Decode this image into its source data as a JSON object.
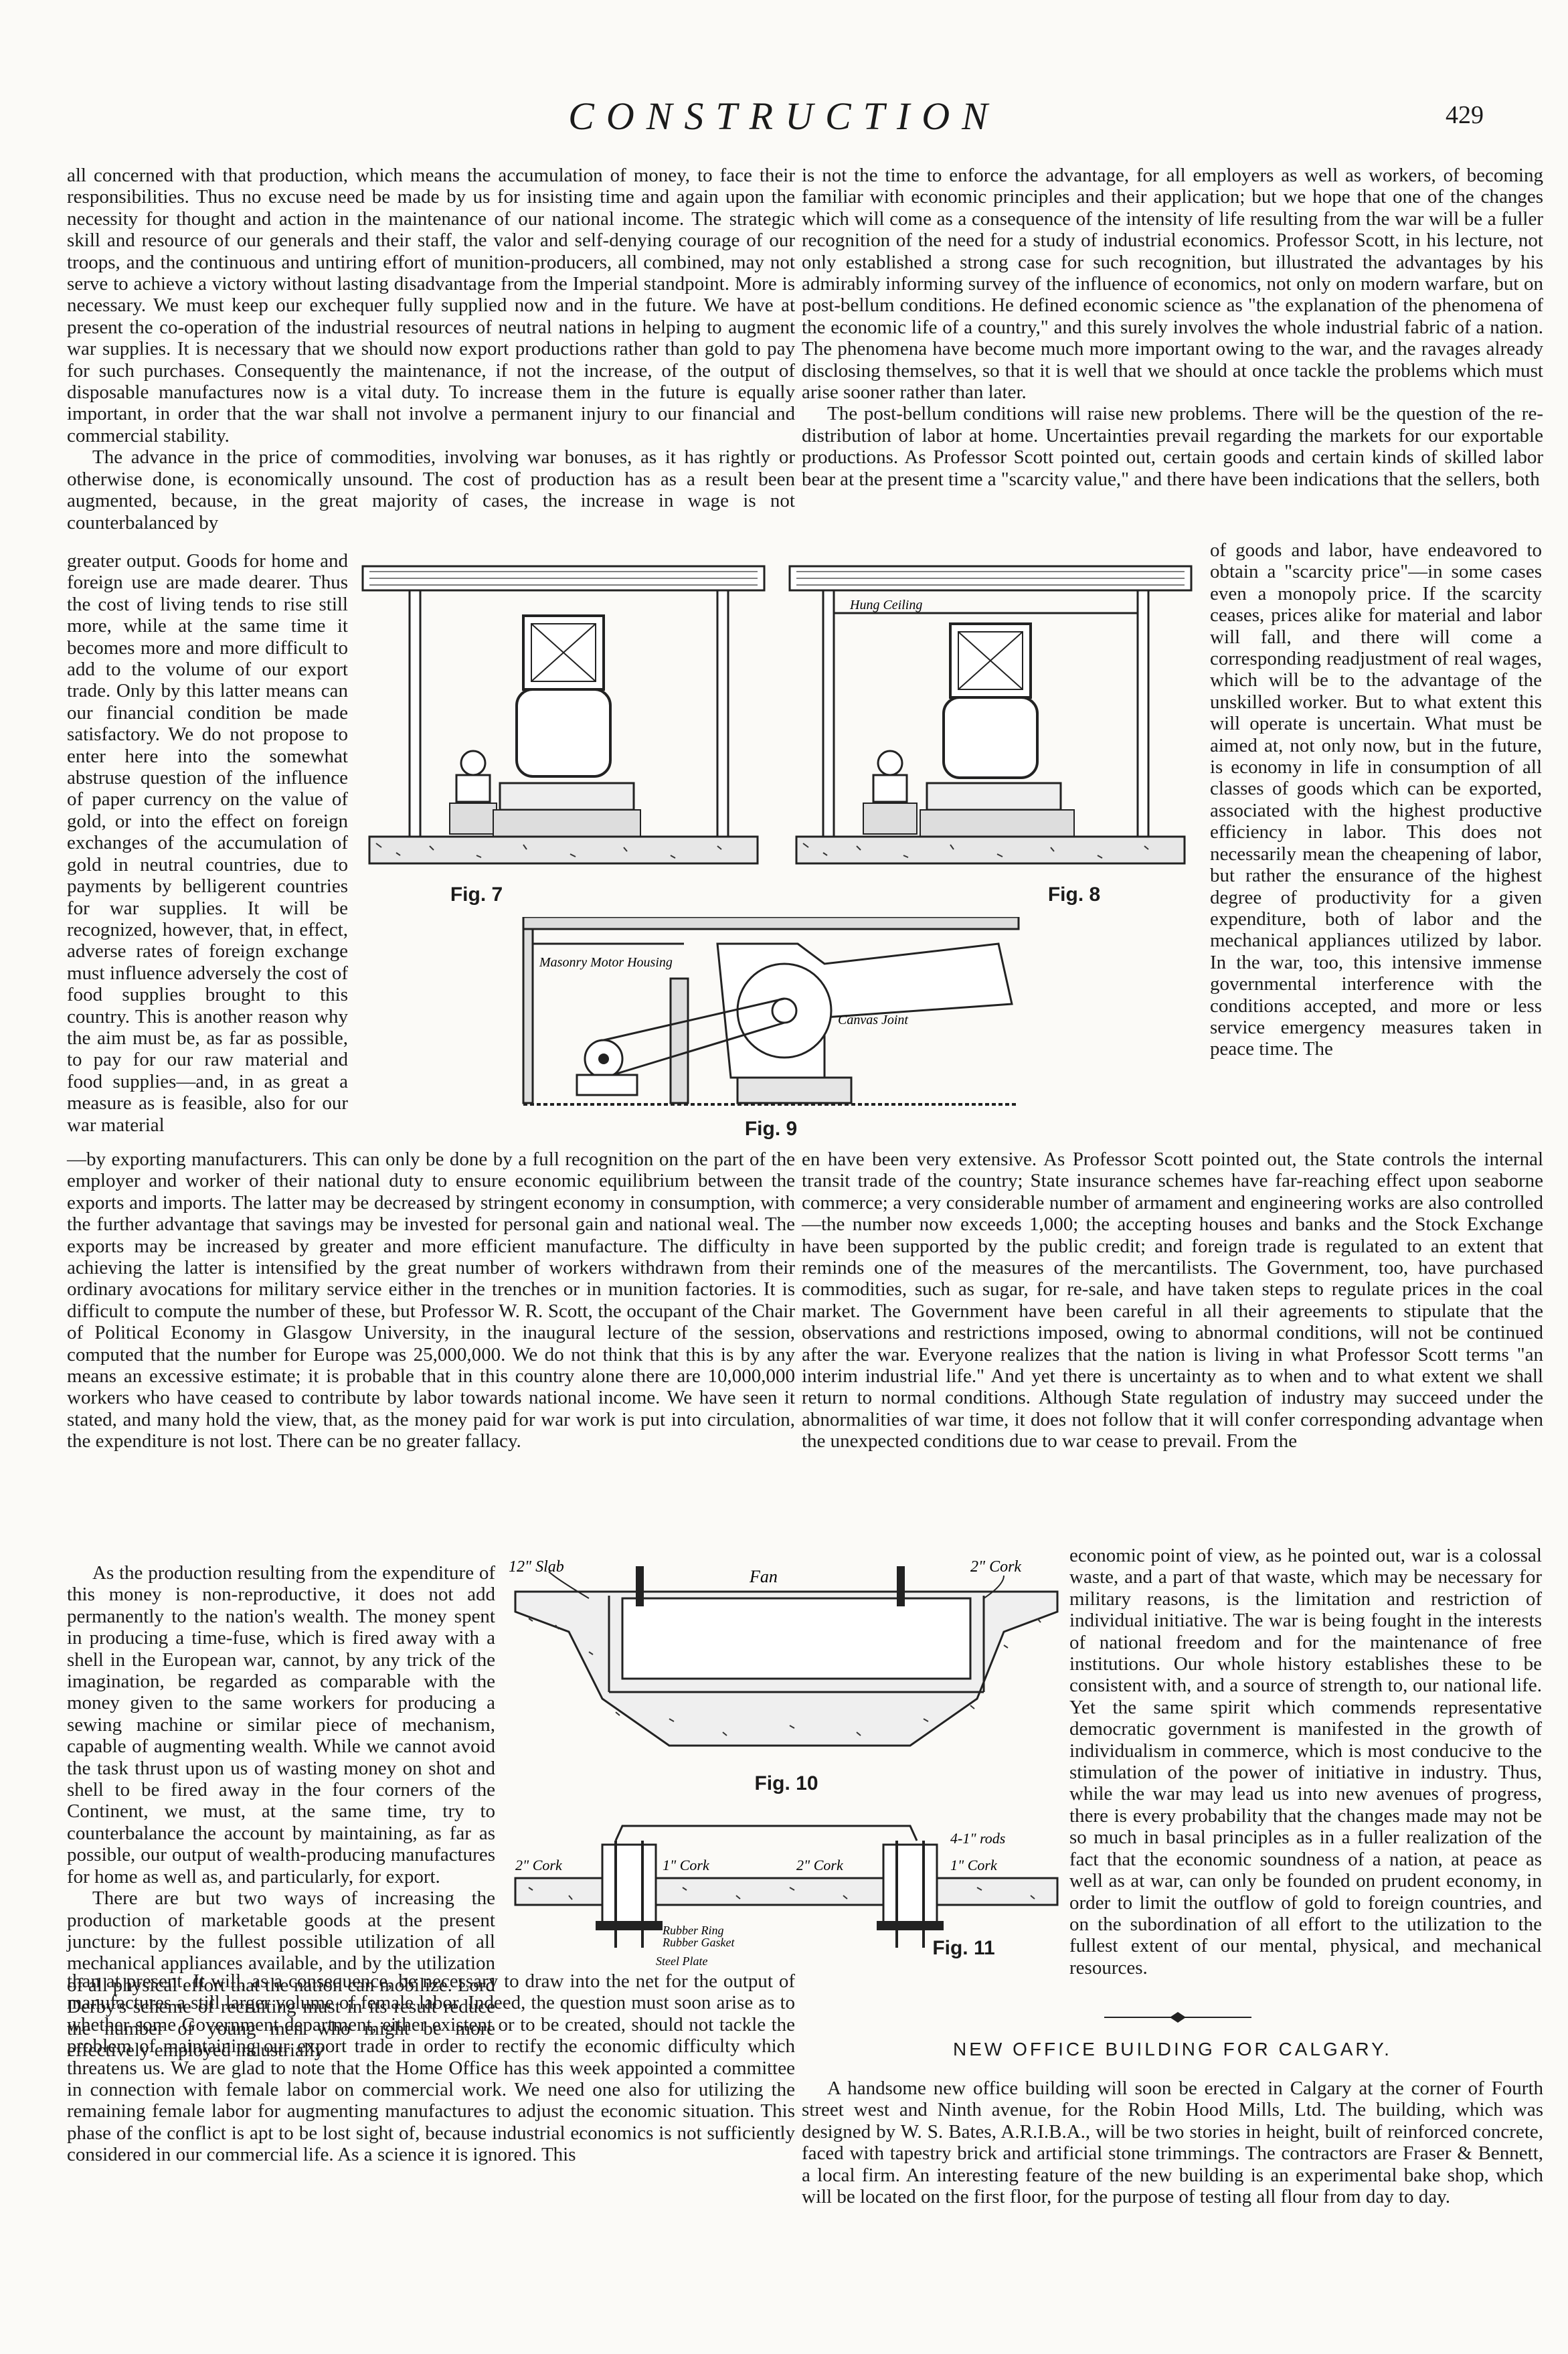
{
  "header": {
    "running_title": "CONSTRUCTION",
    "page_number": "429"
  },
  "figures": {
    "fig7": {
      "caption": "Fig. 7"
    },
    "fig8": {
      "caption": "Fig. 8",
      "label_hung_ceiling": "Hung Ceiling"
    },
    "fig9": {
      "caption": "Fig. 9",
      "label_masonry": "Masonry Motor Housing",
      "label_canvas": "Canvas Joint"
    },
    "fig10": {
      "caption": "Fig. 10",
      "label_slab": "12\" Slab",
      "label_fan": "Fan",
      "label_cork": "2\" Cork"
    },
    "fig11": {
      "caption": "Fig. 11",
      "label_rods": "4-1\" rods",
      "label_2cork_a": "2\" Cork",
      "label_1cork_a": "1\" Cork",
      "label_2cork_b": "2\" Cork",
      "label_1cork_b": "1\" Cork",
      "label_ring": "Rubber Ring",
      "label_gasket": "Rubber Gasket",
      "label_plate": "Steel Plate"
    }
  },
  "article": {
    "left_top": [
      "all concerned with that production, which means the accumulation of money, to face their responsibilities. Thus no excuse need be made by us for insisting time and again upon the necessity for thought and action in the maintenance of our national income. The strategic skill and resource of our generals and their staff, the valor and self-denying courage of our troops, and the continuous and untiring effort of munition-producers, all combined, may not serve to achieve a victory without lasting disadvantage from the Imperial standpoint. More is necessary. We must keep our exchequer fully supplied now and in the future. We have at present the co-operation of the industrial resources of neutral nations in helping to augment war supplies. It is necessary that we should now export productions rather than gold to pay for such purchases. Consequently the maintenance, if not the increase, of the output of disposable manufactures now is a vital duty. To increase them in the future is equally important, in order that the war shall not involve a permanent injury to our financial and commercial stability.",
      "The advance in the price of commodities, involving war bonuses, as it has rightly or otherwise done, is economically unsound. The cost of production has as a result been augmented, because, in the great majority of cases, the increase in wage is not counterbalanced by"
    ],
    "left_narrow": "greater output. Goods for home and foreign use are made dearer. Thus the cost of living tends to rise still more, while at the same time it becomes more and more difficult to add to the volume of our export trade. Only by this latter means can our financial condition be made satisfactory. We do not propose to enter here into the somewhat abstruse question of the influence of paper currency on the value of gold, or into the effect on foreign exchanges of the accumulation of gold in neutral countries, due to payments by belligerent countries for war supplies. It will be recognized, however, that, in effect, adverse rates of foreign exchange must influence adversely the cost of food supplies brought to this country. This is another reason why the aim must be, as far as possible, to pay for our raw material and food supplies—and, in as great a measure as is feasible, also for our war material",
    "left_mid": [
      "—by exporting manufacturers. This can only be done by a full recognition on the part of the employer and worker of their national duty to ensure economic equilibrium between the exports and imports. The latter may be decreased by stringent economy in consumption, with the further advantage that savings may be invested for personal gain and national weal. The exports may be increased by greater and more efficient manufacture. The difficulty in achieving the latter is intensified by the great number of workers withdrawn from their ordinary avocations for military service either in the trenches or in munition factories. It is difficult to compute the number of these, but Professor W. R. Scott, the occupant of the Chair of Political Economy in Glasgow University, in the inaugural lecture of the session, computed that the number for Europe was 25,000,000. We do not think that this is by any means an excessive estimate; it is probable that in this country alone there are 10,000,000 workers who have ceased to contribute by labor towards national income. We have seen it stated, and many hold the view, that, as the money paid for war work is put into circulation, the expenditure is not lost. There can be no greater fallacy."
    ],
    "left_narrow2": [
      "As the production resulting from the expenditure of this money is non-reproductive, it does not add permanently to the nation's wealth. The money spent in producing a time-fuse, which is fired away with a shell in the European war, cannot, by any trick of the imagination, be regarded as comparable with the money given to the same workers for producing a sewing machine or similar piece of mechanism, capable of augmenting wealth. While we cannot avoid the task thrust upon us of wasting money on shot and shell to be fired away in the four corners of the Continent, we must, at the same time, try to counterbalance the account by maintaining, as far as possible, our output of wealth-producing manufactures for home as well as, and particularly, for export.",
      "There are but two ways of increasing the production of marketable goods at the present juncture: by the fullest possible utilization of all mechanical appliances available, and by the utilization of all physical effort that the nation can mobilize. Lord Derby's scheme of recruiting must in its result reduce the number of young men who might be more effectively employed industrially"
    ],
    "left_bottom": "than at present. It will, as a consequence, be necessary to draw into the net for the output of manufactures a still larger volume of female labor. Indeed, the question must soon arise as to whether some Government department, either existent or to be created, should not tackle the problem of maintaining our export trade in order to rectify the economic difficulty which threatens us. We are glad to note that the Home Office has this week appointed a committee in connection with female labor on commercial work. We need one also for utilizing the remaining female labor for augmenting manufactures to adjust the economic situation. This phase of the conflict is apt to be lost sight of, because industrial economics is not sufficiently considered in our commercial life. As a science it is ignored. This",
    "right_top": [
      "is not the time to enforce the advantage, for all employers as well as workers, of becoming familiar with economic principles and their application; but we hope that one of the changes which will come as a consequence of the intensity of life resulting from the war will be a fuller recognition of the need for a study of industrial economics. Professor Scott, in his lecture, not only established a strong case for such recognition, but illustrated the advantages by his admirably informing survey of the influence of economics, not only on modern warfare, but on post-bellum conditions. He defined economic science as \"the explanation of the phenomena of the economic life of a country,\" and this surely involves the whole industrial fabric of a nation. The phenomena have become much more important owing to the war, and the ravages already disclosing themselves, so that it is well that we should at once tackle the problems which must arise sooner rather than later.",
      "The post-bellum conditions will raise new problems. There will be the question of the re-distribution of labor at home. Uncertainties prevail regarding the markets for our exportable productions. As Professor Scott pointed out, certain goods and certain kinds of skilled labor bear at the present time a \"scarcity value,\" and there have been indications that the sellers, both"
    ],
    "right_narrow": "of goods and labor, have endeavored to obtain a \"scarcity price\"—in some cases even a monopoly price. If the scarcity ceases, prices alike for material and labor will fall, and there will come a corresponding readjustment of real wages, which will be to the advantage of the unskilled worker. But to what extent this will operate is uncertain. What must be aimed at, not only now, but in the future, is economy in life in consumption of all classes of goods which can be exported, associated with the highest productive efficiency in labor. This does not necessarily mean the cheapening of labor, but rather the ensurance of the highest degree of productivity for a given expenditure, both of labor and the mechanical appliances utilized by labor. In the war, too, this intensive immense governmental interference with the conditions accepted, and more or less service emergency measures taken in peace time. The",
    "right_mid": "en have been very extensive. As Professor Scott pointed out, the State controls the internal transit trade of the country; State insurance schemes have far-reaching effect upon seaborne commerce; a very considerable number of armament and engineering works are also controlled—the number now exceeds 1,000; the accepting houses and banks and the Stock Exchange have been supported by the public credit; and foreign trade is regulated to an extent that reminds one of the measures of the mercantilists. The Government, too, have purchased commodities, such as sugar, for re-sale, and have taken steps to regulate prices in the coal market. The Government have been careful in all their agreements to stipulate that the observations and restrictions imposed, owing to abnormal conditions, will not be continued after the war. Everyone realizes that the nation is living in what Professor Scott terms \"an interim industrial life.\" And yet there is uncertainty as to when and to what extent we shall return to normal conditions. Although State regulation of industry may succeed under the abnormalities of war time, it does not follow that it will confer corresponding advantage when the unexpected conditions due to war cease to prevail. From the",
    "right_narrow2": "economic point of view, as he pointed out, war is a colossal waste, and a part of that waste, which may be necessary for military reasons, is the limitation and restriction of individual initiative. The war is being fought in the interests of national freedom and for the maintenance of free institutions. Our whole history establishes these to be consistent with, and a source of strength to, our national life. Yet the same spirit which commends representative democratic government is manifested in the growth of individualism in commerce, which is most conducive to the stimulation of the power of initiative in industry. Thus, while the war may lead us into new avenues of progress, there is every probability that the changes made may not be so much in basal principles as in a fuller realization of the fact that the economic soundness of a nation, at peace as well as at war, can only be founded on prudent economy, in order to limit the outflow of gold to foreign countries, and on the subordination of all effort to the utilization to the fullest extent of our mental, physical, and mechanical resources."
  },
  "second_article": {
    "title": "NEW OFFICE BUILDING FOR CALGARY.",
    "body": "A handsome new office building will soon be erected in Calgary at the corner of Fourth street west and Ninth avenue, for the Robin Hood Mills, Ltd. The building, which was designed by W. S. Bates, A.R.I.B.A., will be two stories in height, built of reinforced concrete, faced with tapestry brick and artificial stone trimmings. The contractors are Fraser & Bennett, a local firm. An interesting feature of the new building is an experimental bake shop, which will be located on the first floor, for the purpose of testing all flour from day to day."
  }
}
